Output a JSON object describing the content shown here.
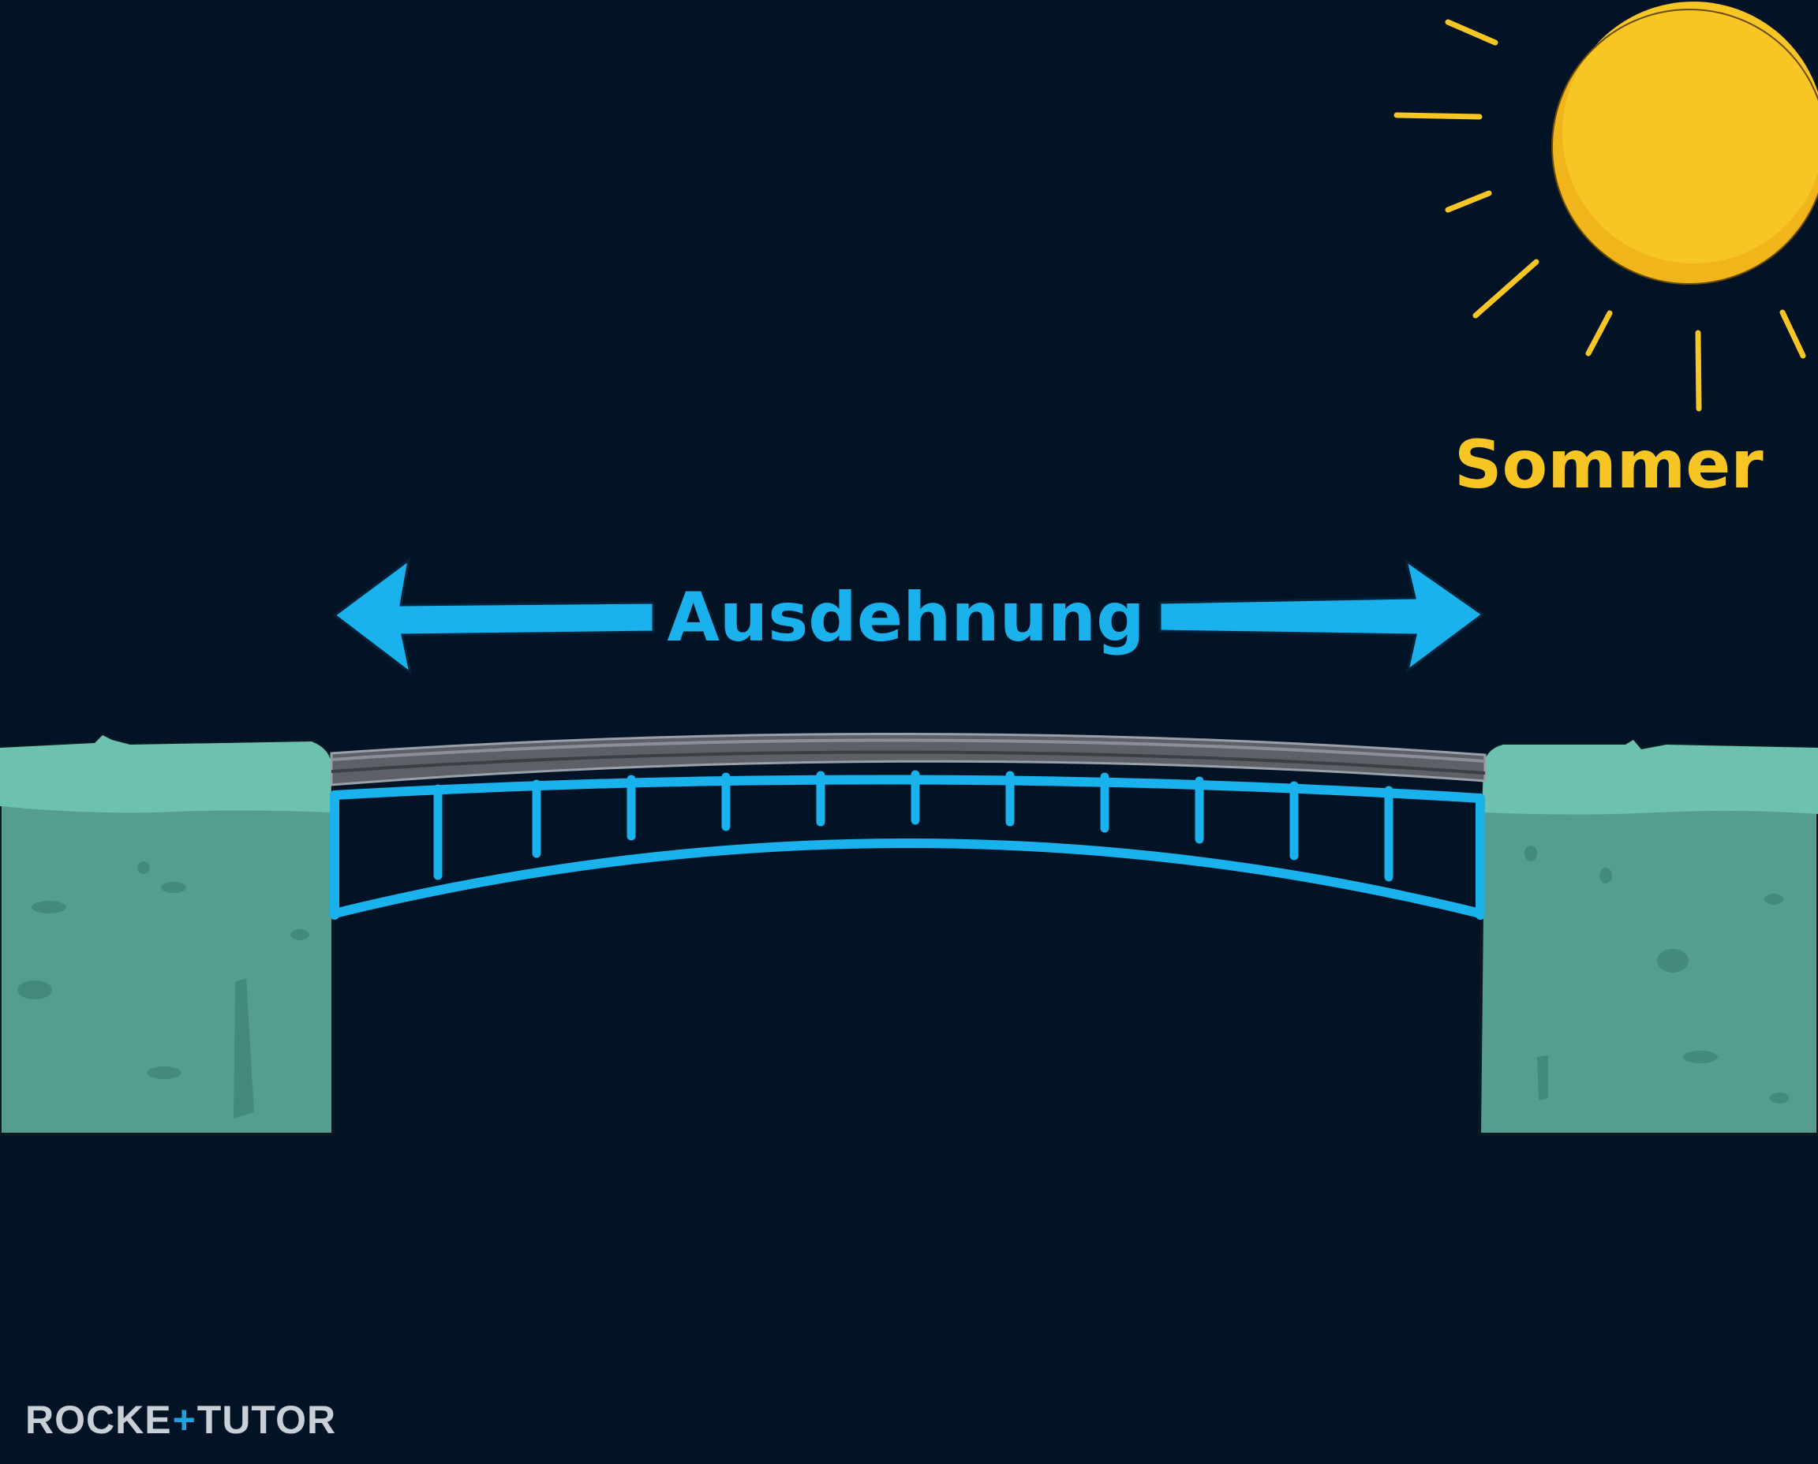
{
  "labels": {
    "season": "Sommer",
    "expansion": "Ausdehnung"
  },
  "logo": {
    "part1": "ROCKE",
    "plus": "+",
    "part2": "TUTO",
    "part3": "R"
  },
  "colors": {
    "background": "#021325",
    "sun": "#f7c624",
    "sun_shade": "#efb51b",
    "bridge": "#1ab2ec",
    "arrow": "#1ab2ec",
    "cliff": "#5fb09d",
    "cliff_top": "#6cc2ae",
    "road": "#6b6e74",
    "text_season": "#f7c624",
    "text_expansion": "#1ab2ec"
  }
}
